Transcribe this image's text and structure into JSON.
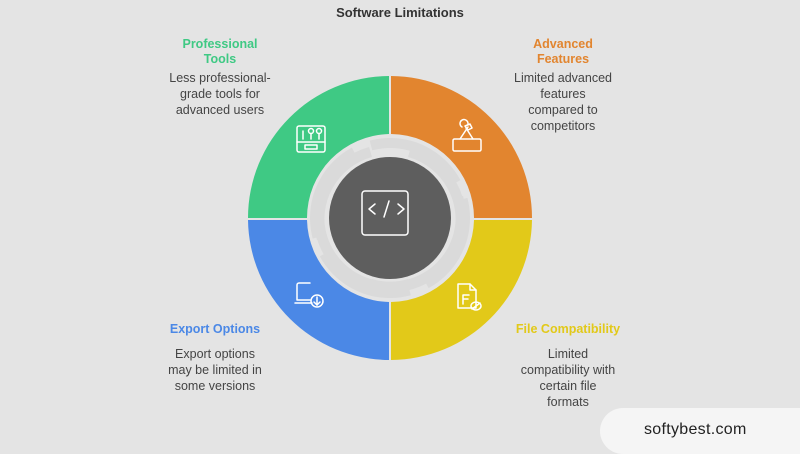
{
  "title": "Software Limitations",
  "segments": [
    {
      "key": "professional_tools",
      "heading": "Professional Tools",
      "heading_lines": [
        "Professional",
        "Tools"
      ],
      "description_lines": [
        "Less professional-",
        "grade tools for",
        "advanced users"
      ],
      "color": "#3fc984",
      "icon": "toolbox-icon"
    },
    {
      "key": "advanced_features",
      "heading": "Advanced Features",
      "heading_lines": [
        "Advanced",
        "Features"
      ],
      "description_lines": [
        "Limited advanced",
        "features",
        "compared to",
        "competitors"
      ],
      "color": "#e2852f",
      "icon": "tools-icon"
    },
    {
      "key": "file_compatibility",
      "heading": "File Compatibility",
      "heading_lines": [
        "File Compatibility"
      ],
      "description_lines": [
        "Limited",
        "compatibility with",
        "certain file",
        "formats"
      ],
      "color": "#e2c919",
      "icon": "file-format-icon"
    },
    {
      "key": "export_options",
      "heading": "Export Options",
      "heading_lines": [
        "Export Options"
      ],
      "description_lines": [
        "Export options",
        "may be limited in",
        "some versions"
      ],
      "color": "#4b88e6",
      "icon": "export-icon"
    }
  ],
  "center_icon": "code-icon",
  "colors": {
    "center": "#5e5e5e",
    "inner_ring": "#dadada",
    "background": "#e4e4e4"
  },
  "watermark": "softybest.com"
}
